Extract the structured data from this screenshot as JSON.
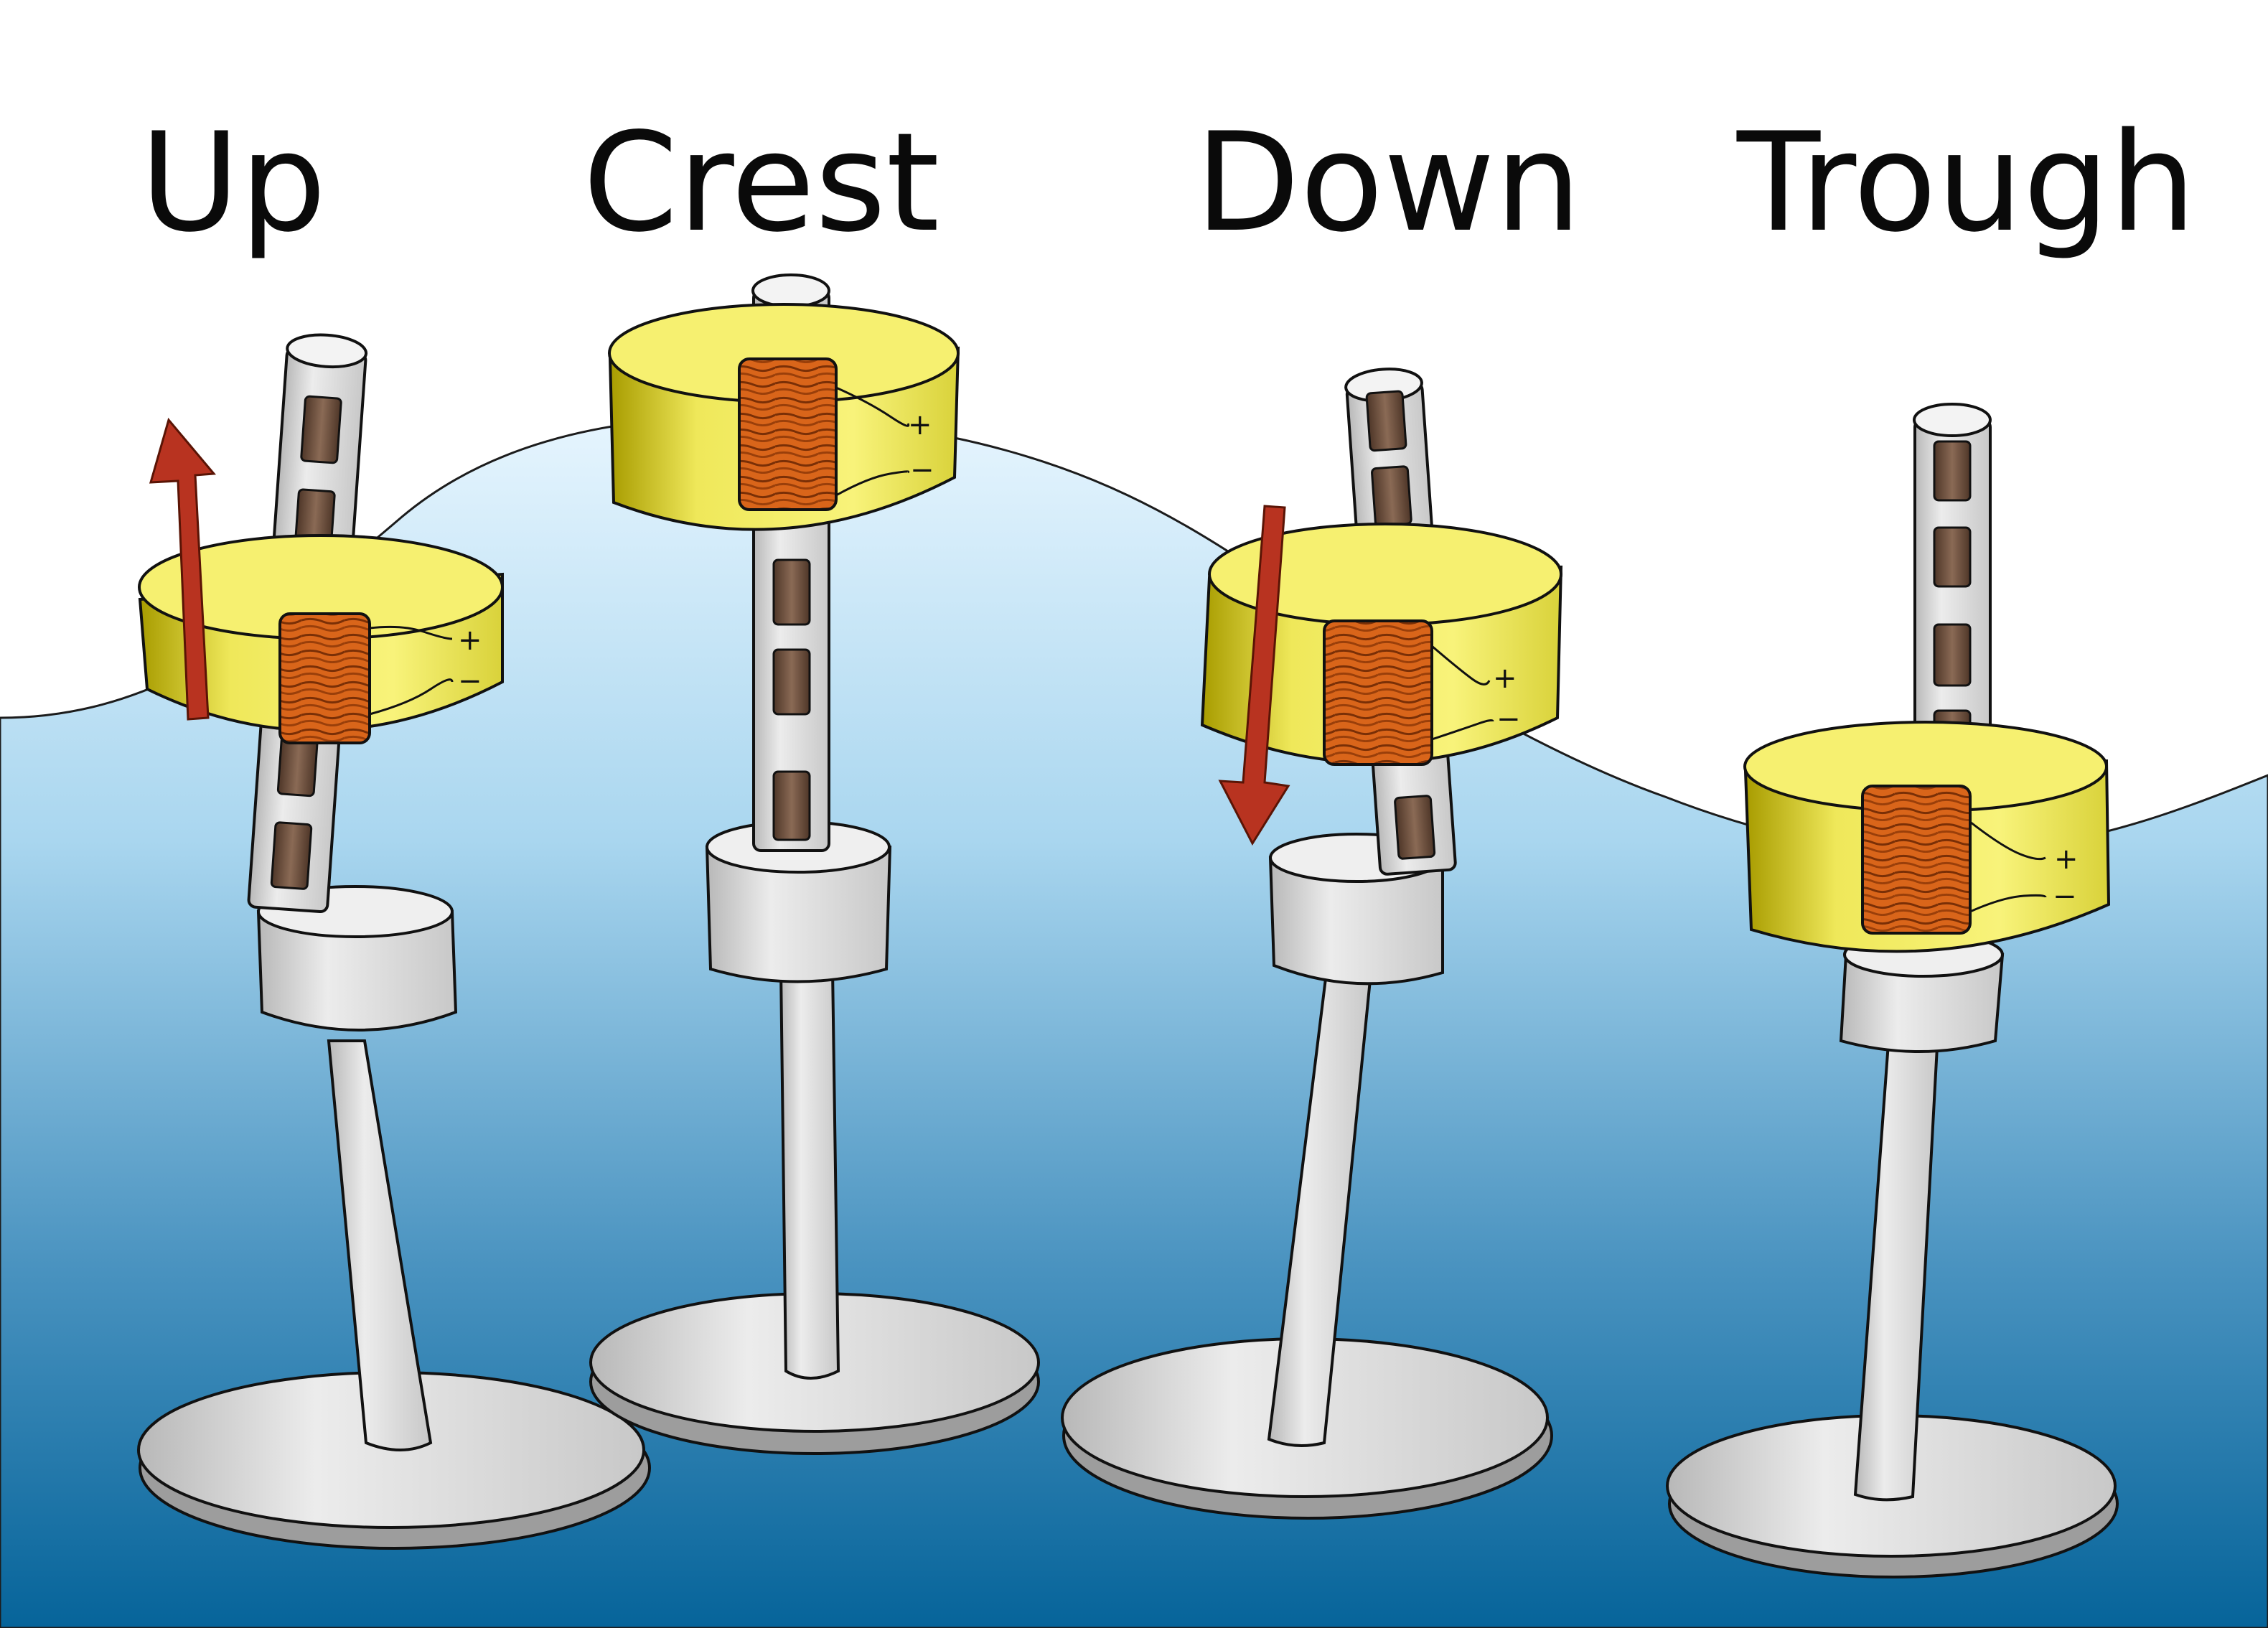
{
  "labels": {
    "up": "Up",
    "crest": "Crest",
    "down": "Down",
    "trough": "Trough"
  },
  "terminals": {
    "plus": "+",
    "minus": "−"
  },
  "colors": {
    "sky": "#ffffff",
    "water_top": "#e3f3fd",
    "water_bottom": "#0b6ea3",
    "float_yellow": "#f4ef62",
    "float_shadow": "#a59a00",
    "coil": "#d9651a",
    "arrow": "#b83320",
    "shaft_grey": "#d8d8d8",
    "magnet_brown": "#6b4e3d"
  },
  "icons": {
    "motion_up": "arrow-up-icon",
    "motion_down": "arrow-down-icon"
  }
}
